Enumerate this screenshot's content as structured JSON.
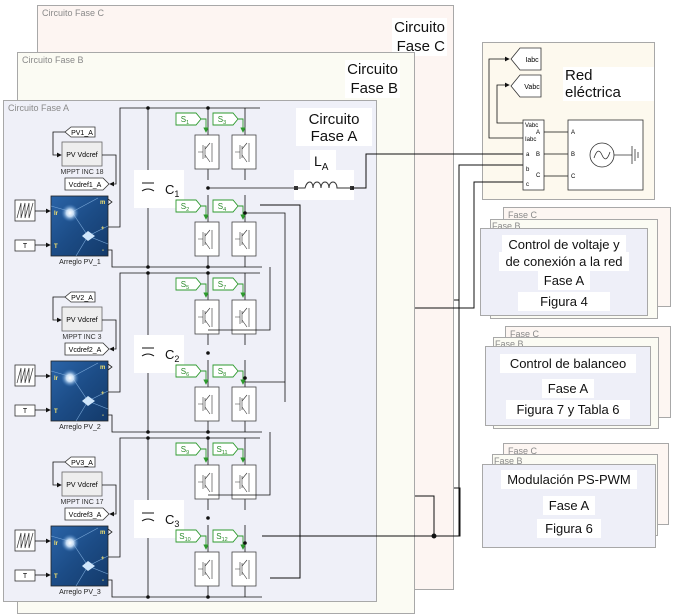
{
  "circuit_panels": {
    "phase_c": {
      "tag": "Circuito Fase C",
      "title_line1": "Circuito",
      "title_line2": "Fase C"
    },
    "phase_b": {
      "tag": "Circuito Fase B",
      "title_line1": "Circuito",
      "title_line2": "Fase B"
    },
    "phase_a": {
      "tag": "Circuito Fase A",
      "title_line1": "Circuito",
      "title_line2": "Fase A"
    }
  },
  "colors": {
    "phase_a_bg": "#f0f0f8",
    "phase_b_bg": "#fbfbf3",
    "phase_c_bg": "#fdf5f2",
    "grid_bg": "#fdf9ee",
    "switch_tag": "#2e9a2e",
    "pv_panel": "#1e4f8a"
  },
  "stages": [
    {
      "pv_tag": "PV1_A",
      "mppt_block": "PV  Vdcref",
      "mppt_name": "MPPT INC 18",
      "vref_tag": "Vcdref1_A",
      "array_name": "Arreglo PV_1",
      "temp_const": "T",
      "port_ir": "Ir",
      "port_t": "T",
      "port_m": "m",
      "port_plus": "+",
      "port_minus": "-",
      "capacitor": "C",
      "capacitor_sub": "1",
      "switches": [
        "S1",
        "S3",
        "S2",
        "S4"
      ]
    },
    {
      "pv_tag": "PV2_A",
      "mppt_block": "PV  Vdcref",
      "mppt_name": "MPPT INC  3",
      "vref_tag": "Vcdref2_A",
      "array_name": "Arreglo PV_2",
      "temp_const": "T",
      "port_ir": "Ir",
      "port_t": "T",
      "port_m": "m",
      "port_plus": "+",
      "port_minus": "-",
      "capacitor": "C",
      "capacitor_sub": "2",
      "switches": [
        "S5",
        "S7",
        "S6",
        "S8"
      ]
    },
    {
      "pv_tag": "PV3_A",
      "mppt_block": "PV  Vdcref",
      "mppt_name": "MPPT INC 17",
      "vref_tag": "Vcdref3_A",
      "array_name": "Arreglo PV_3",
      "temp_const": "T",
      "port_ir": "Ir",
      "port_t": "T",
      "port_m": "m",
      "port_plus": "+",
      "port_minus": "-",
      "capacitor": "C",
      "capacitor_sub": "3",
      "switches": [
        "S9",
        "S11",
        "S10",
        "S12"
      ]
    }
  ],
  "inductor": {
    "label": "L",
    "sub": "A"
  },
  "grid": {
    "title": "Red eléctrica",
    "goto_iabc": "Iabc",
    "goto_vabc": "Vabc",
    "meas_ports_left": [
      "Vabc",
      "Iabc",
      "a",
      "b",
      "c"
    ],
    "meas_ports_right": [
      "A",
      "B",
      "C"
    ],
    "source_ports": [
      "A",
      "B",
      "C"
    ]
  },
  "control_blocks": [
    {
      "name": "voltage-grid-control",
      "back_tag_c": "Fase C",
      "back_tag_b": "Fase B",
      "lines": [
        "Control de voltaje y",
        "de conexión a la red"
      ],
      "phase": "Fase A",
      "ref": "Figura 4"
    },
    {
      "name": "balance-control",
      "back_tag_c": "Fase C",
      "back_tag_b": "Fase B",
      "lines": [
        "Control de balanceo"
      ],
      "phase": "Fase A",
      "ref": "Figura 7 y Tabla 6"
    },
    {
      "name": "ps-pwm-modulation",
      "back_tag_c": "Fase C",
      "back_tag_b": "Fase B",
      "lines": [
        "Modulación PS-PWM"
      ],
      "phase": "Fase A",
      "ref": "Figura 6"
    }
  ]
}
